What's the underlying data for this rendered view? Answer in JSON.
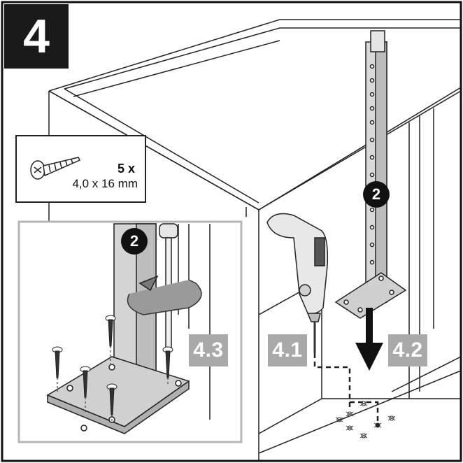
{
  "step": {
    "number": "4"
  },
  "fastener": {
    "quantity": "5 x",
    "size": "4,0 x 16 mm",
    "icon": "wood-screw-icon"
  },
  "sub_steps": [
    "4.1",
    "4.2",
    "4.3"
  ],
  "part_callouts": [
    "2",
    "2"
  ],
  "colors": {
    "ink": "#1a1a1a",
    "label_grey": "#a9a9a9",
    "frame_grey": "#b5b5b5"
  }
}
